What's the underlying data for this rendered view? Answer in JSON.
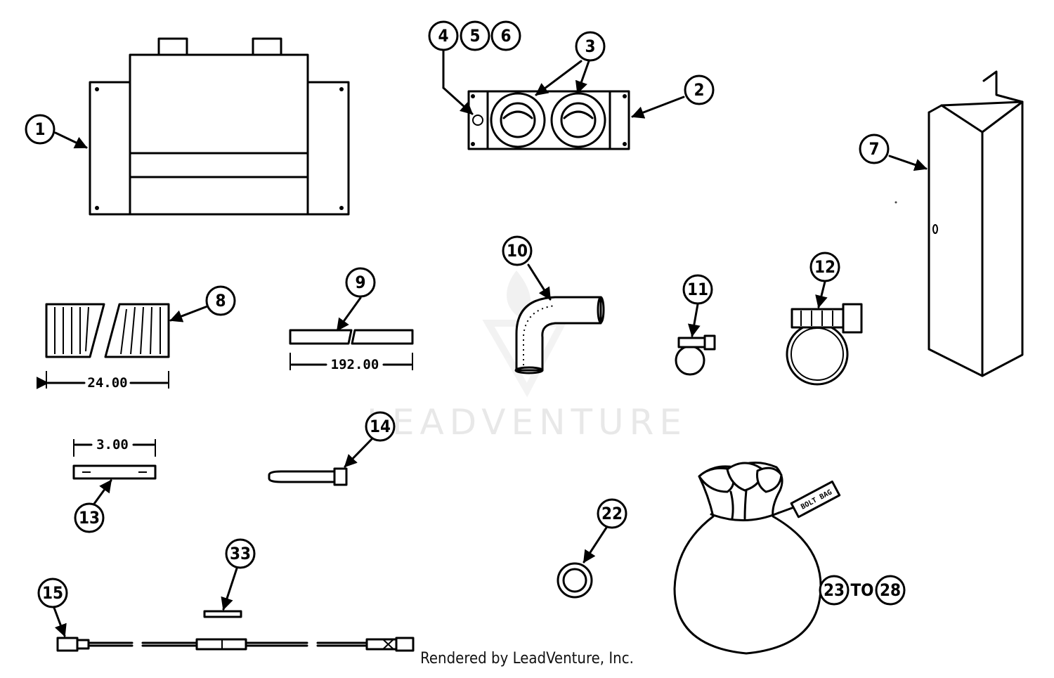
{
  "watermark": "LEADVENTURE",
  "footer": "Rendered by LeadVenture, Inc.",
  "bag_tag": "BOLT BAG",
  "callouts": {
    "c1": "1",
    "c2": "2",
    "c3": "3",
    "c4": "4",
    "c5": "5",
    "c6": "6",
    "c7": "7",
    "c8": "8",
    "c9": "9",
    "c10": "10",
    "c11": "11",
    "c12": "12",
    "c13": "13",
    "c14": "14",
    "c15": "15",
    "c22": "22",
    "c23": "23",
    "c28": "28",
    "c33": "33"
  },
  "range_word": "TO",
  "dimensions": {
    "d8": "24.00",
    "d9": "192.00",
    "d13": "3.00"
  }
}
